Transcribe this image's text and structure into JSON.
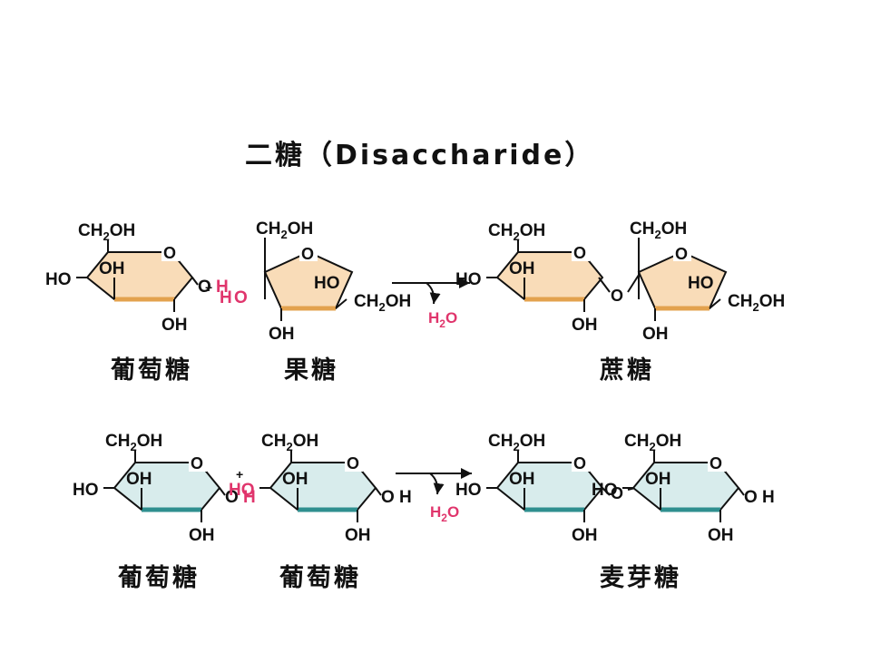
{
  "title": "二糖（Disaccharide）",
  "labels": {
    "ch2oh": "CH",
    "sub2": "2",
    "oh": "OH",
    "ho": "HO",
    "o": "O",
    "h": "H",
    "h2o_h": "H",
    "h2o_o": "O",
    "plus": "+"
  },
  "captions": {
    "glucose": "葡萄糖",
    "fructose": "果糖",
    "sucrose": "蔗糖",
    "maltose": "麦芽糖"
  },
  "colors": {
    "fructose_fill": "#f9dcb8",
    "glucose_fill": "#d8ecec",
    "bond": "#111111",
    "highlight": "#e0356c",
    "front_edge_top": "#e3a24e",
    "front_edge_bottom": "#2f8f8f"
  }
}
